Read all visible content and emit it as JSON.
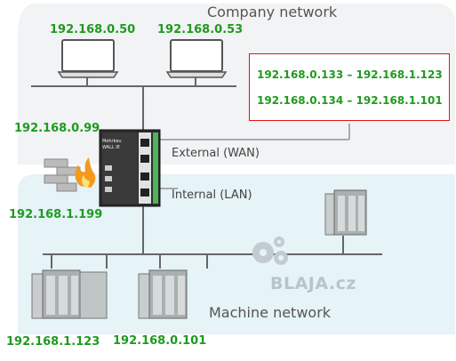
{
  "zones": {
    "company": "Company network",
    "machine": "Machine network"
  },
  "laptops": [
    {
      "ip": "192.168.0.50"
    },
    {
      "ip": "192.168.0.53"
    }
  ],
  "router": {
    "wan_ip": "192.168.0.99",
    "lan_ip": "192.168.1.199",
    "wan_label": "External (WAN)",
    "lan_label": "Internal (LAN)",
    "brand_top": "Mehrkeu",
    "brand_bottom": "WALL IE"
  },
  "nat_mappings": [
    "192.168.0.133 – 192.168.1.123",
    "192.168.0.134 – 192.168.1.101"
  ],
  "plcs": [
    {
      "ip": "192.168.1.123"
    },
    {
      "ip": "192.168.0.101"
    }
  ],
  "watermark": "BLAJA.cz",
  "colors": {
    "ip_green": "#1f9a1f",
    "nat_border": "#e01515",
    "machine_zone": "#e8f4f8",
    "company_zone": "#f2f4f5"
  }
}
